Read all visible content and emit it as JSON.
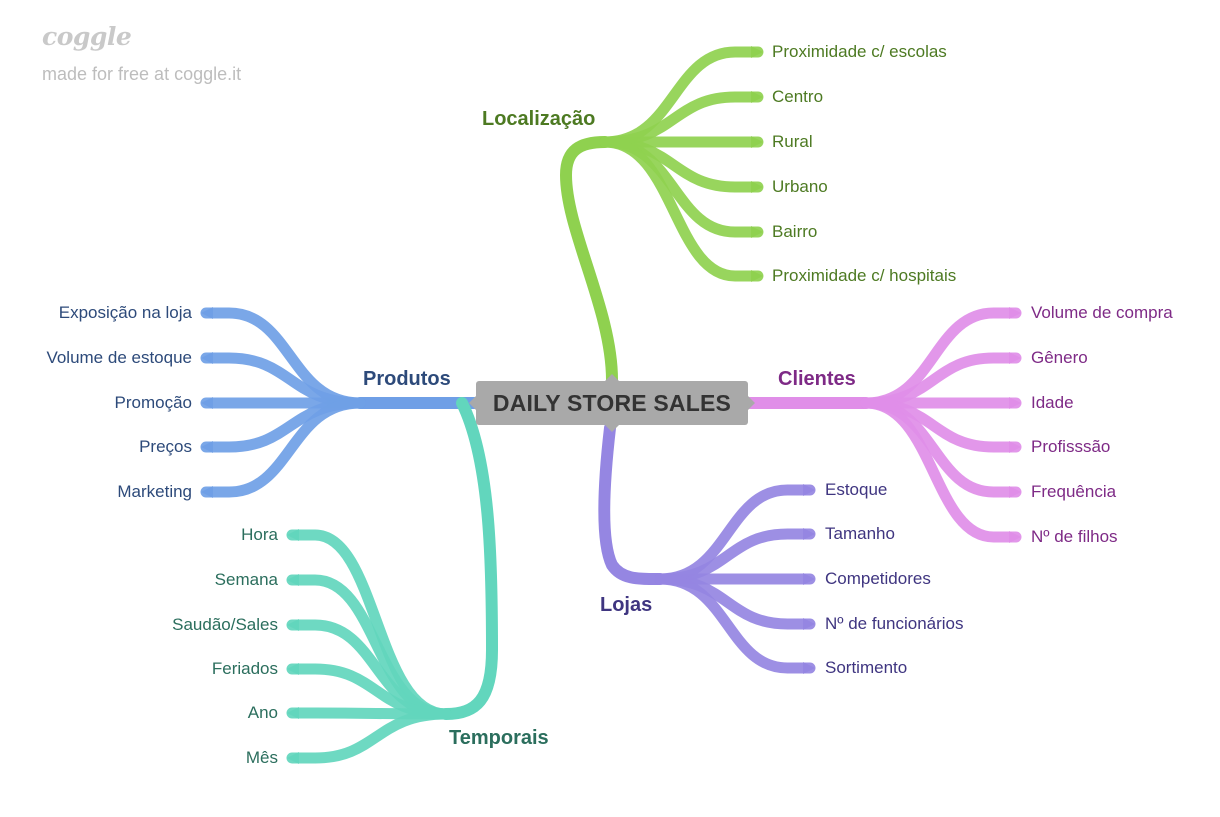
{
  "header": {
    "logo": "coggle",
    "tagline": "made for free at coggle.it"
  },
  "center": {
    "label": "DAILY STORE SALES",
    "color": "#a9a9a9"
  },
  "branches": {
    "localizacao": {
      "title": "Localização",
      "color": "#8fd14f",
      "text_color": "#4d7a22",
      "items": [
        "Proximidade c/ escolas",
        "Centro",
        "Rural",
        "Urbano",
        "Bairro",
        "Proximidade c/ hospitais"
      ]
    },
    "clientes": {
      "title": "Clientes",
      "color": "#e08ee8",
      "text_color": "#7e2a86",
      "items": [
        "Volume de compra",
        "Gênero",
        "Idade",
        "Profisssão",
        "Frequência",
        "Nº de filhos"
      ]
    },
    "lojas": {
      "title": "Lojas",
      "color": "#9586e2",
      "text_color": "#3f3580",
      "items": [
        "Estoque",
        "Tamanho",
        "Competidores",
        "Nº de funcionários",
        "Sortimento"
      ]
    },
    "produtos": {
      "title": "Produtos",
      "color": "#6f9fe6",
      "text_color": "#2d4a7a",
      "items": [
        "Exposição na loja",
        "Volume de estoque",
        "Promoção",
        "Preços",
        "Marketing"
      ]
    },
    "temporais": {
      "title": "Temporais",
      "color": "#62d6bd",
      "text_color": "#2b6e5d",
      "items": [
        "Hora",
        "Semana",
        "Saudão/Sales",
        "Feriados",
        "Ano",
        "Mês"
      ]
    }
  }
}
